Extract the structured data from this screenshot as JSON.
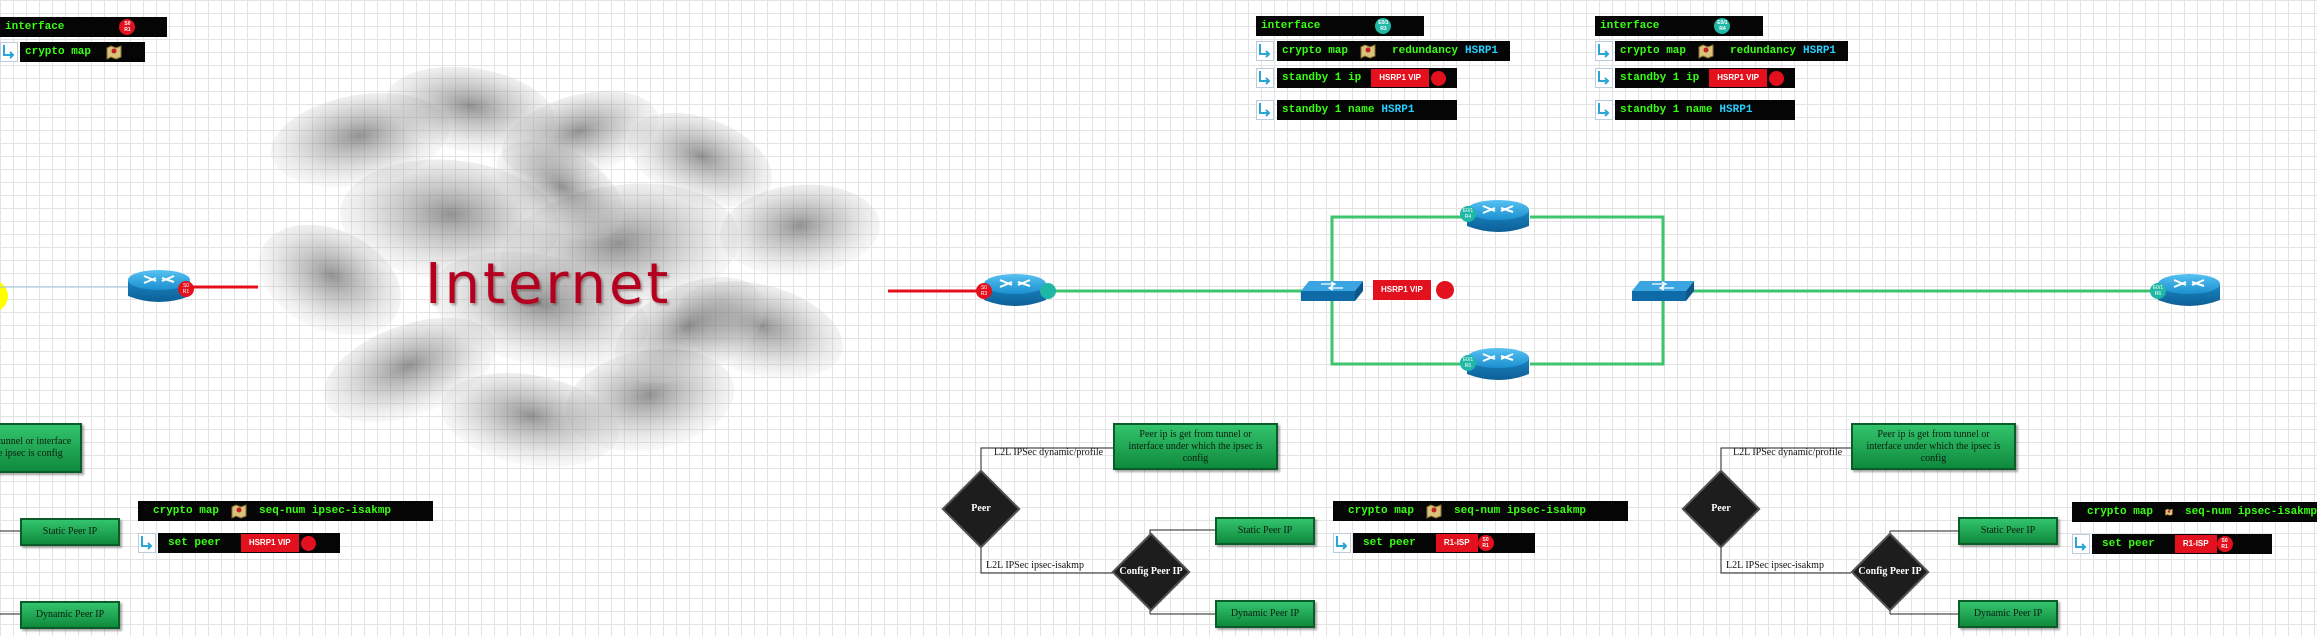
{
  "cloud": {
    "title": "Internet"
  },
  "commands": {
    "kw_interface": "interface",
    "kw_crypto_map": "crypto map",
    "kw_redundancy": "redundancy",
    "kw_standby_ip": "standby 1 ip",
    "kw_standby_name": "standby 1 name",
    "kw_seq": "seq-num ipsec-isakmp",
    "kw_set_peer": "set peer",
    "hsrp_name": "HSRP1",
    "hsrp_vip": "HSRP1 VIP",
    "r1_isp": "R1-ISP"
  },
  "interface_tags": {
    "s0r1": {
      "line1": "S0",
      "line2": "R1"
    },
    "s0r3": {
      "line1": "S0",
      "line2": "R3"
    },
    "e01r3": {
      "line1": "E0/1",
      "line2": "R3"
    },
    "e01r4": {
      "line1": "E0/1",
      "line2": "R4"
    },
    "e01r5": {
      "line1": "E0/1",
      "line2": "R5"
    },
    "e01r6": {
      "line1": "E0/1",
      "line2": "R6"
    }
  },
  "decision": {
    "peer": "Peer",
    "config_peer_ip": "Config Peer IP",
    "l2l_dynamic": "L2L IPSec dynamic/profile",
    "l2l_isakmp": "L2L IPSec ipsec-isakmp",
    "peer_ip_note": "Peer ip is get from tunnel or interface under which the ipsec is config",
    "peer_ip_note_clipped_line1": "tunnel or interface",
    "peer_ip_note_clipped_line2": "e ipsec is config",
    "static_peer_ip": "Static Peer IP",
    "dynamic_peer_ip": "Dynamic Peer IP"
  },
  "colors": {
    "wan_link": "#e3101d",
    "lan_link": "#3cc56e",
    "command_bg": "#050505",
    "keyword": "#39ff14",
    "accent": "#26d0ff",
    "vip": "#e3101d",
    "router": "#1b8fcf"
  },
  "icons": [
    "router-icon",
    "switch-icon",
    "crypto-map-icon",
    "return-arrow-icon"
  ]
}
